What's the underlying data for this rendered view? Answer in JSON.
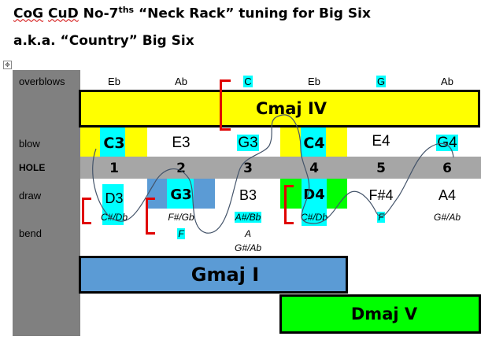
{
  "title": {
    "line1_pre": "CoG",
    "line1_cud": "CuD",
    "line1_no": "No-7",
    "line1_sup": "ths",
    "line1_rest": " “Neck Rack” tuning for Big Six",
    "line2": "a.k.a. “Country” Big Six"
  },
  "row_labels": {
    "overblows": "overblows",
    "blow": "blow",
    "hole": "HOLE",
    "draw": "draw",
    "bend": "bend"
  },
  "overblows": [
    "Eb",
    "Ab",
    "C",
    "Eb",
    "G",
    "Ab"
  ],
  "blow": [
    "C3",
    "E3",
    "G3",
    "C4",
    "E4",
    "G4"
  ],
  "holes": [
    "1",
    "2",
    "3",
    "4",
    "5",
    "6"
  ],
  "draw": [
    "D3",
    "G3",
    "B3",
    "D4",
    "F#4",
    "A4"
  ],
  "draw_alt": [
    "C#/Db",
    "F#/Gb",
    "A#/Bb",
    "C#/Db",
    "F",
    "G#/Ab"
  ],
  "bend": {
    "b2": "F",
    "b3a": "A",
    "b3b": "G#/Ab"
  },
  "chords": {
    "cmaj": "Cmaj IV",
    "gmaj": "Gmaj I",
    "dmaj": "Dmaj V"
  },
  "colors": {
    "cyan": "#00ffff",
    "yellow": "#ffff00",
    "blue": "#5b9bd5",
    "green": "#00ff00",
    "red": "#e00000",
    "grey": "#808080"
  }
}
